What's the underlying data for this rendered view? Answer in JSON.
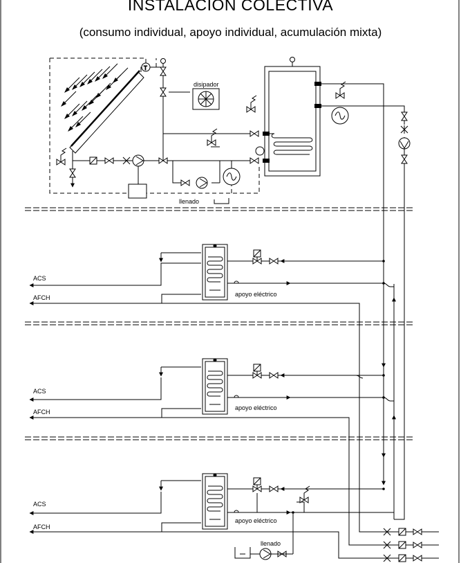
{
  "title": "INSTALACION COLECTIVA",
  "subtitle": "(consumo individual, apoyo individual, acumulación mixta)",
  "labels": {
    "dissipator": "disipador",
    "fill": "llenado",
    "acs": "ACS",
    "afch": "AFCH",
    "electric_backup": "apoyo eléctrico",
    "thermometer": "T"
  }
}
